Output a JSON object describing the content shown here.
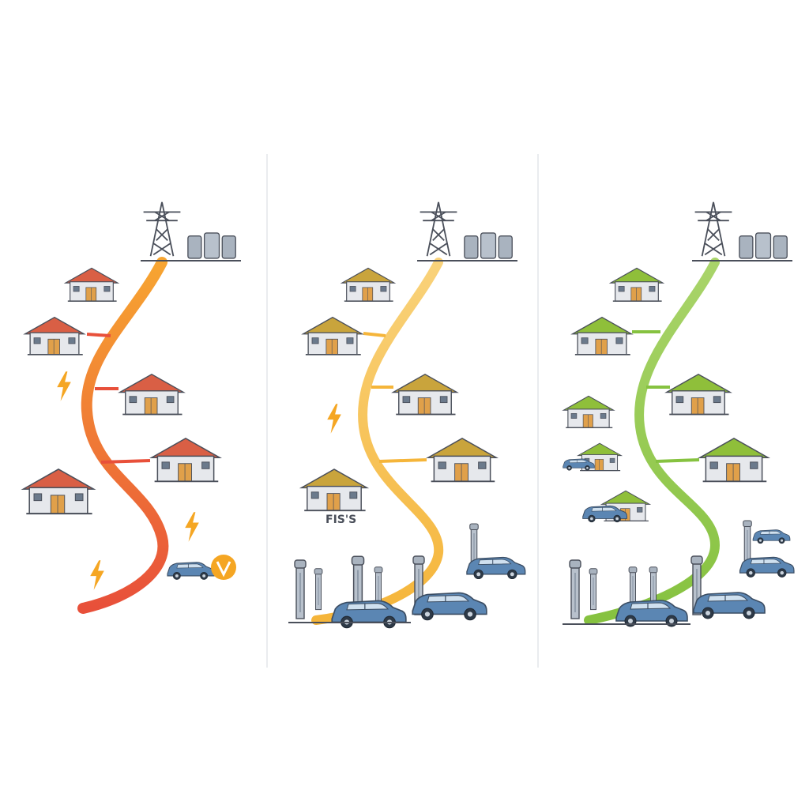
{
  "panels": [
    {
      "id": "panel-1",
      "theme": "red",
      "colors": {
        "line_top": "#f7a531",
        "line_bottom": "#e8503a",
        "roof": "#d95f45",
        "bolt": "#f5a623"
      }
    },
    {
      "id": "panel-2",
      "theme": "yellow",
      "colors": {
        "line_top": "#f9d27a",
        "line_bottom": "#f5b53a",
        "roof": "#c9a43c",
        "bolt": "#f5a623"
      },
      "label_text": "FIS'S"
    },
    {
      "id": "panel-3",
      "theme": "green",
      "colors": {
        "line_top": "#a9d46a",
        "line_bottom": "#86c240",
        "roof": "#8fbf3a",
        "bolt": "#8fbf3a"
      }
    }
  ],
  "colors": {
    "wall": "#e6e8ec",
    "outline": "#4a4f5a",
    "car": "#5b86b3",
    "tower": "#4a4f5a",
    "tank": "#a9b3bf",
    "divider": "#e3e6ea"
  },
  "icons": {
    "tower": "transmission-tower-icon",
    "tanks": "storage-tanks-icon",
    "house": "house-icon",
    "car": "car-icon",
    "bolt": "lightning-bolt-icon",
    "charger": "charging-station-icon"
  }
}
